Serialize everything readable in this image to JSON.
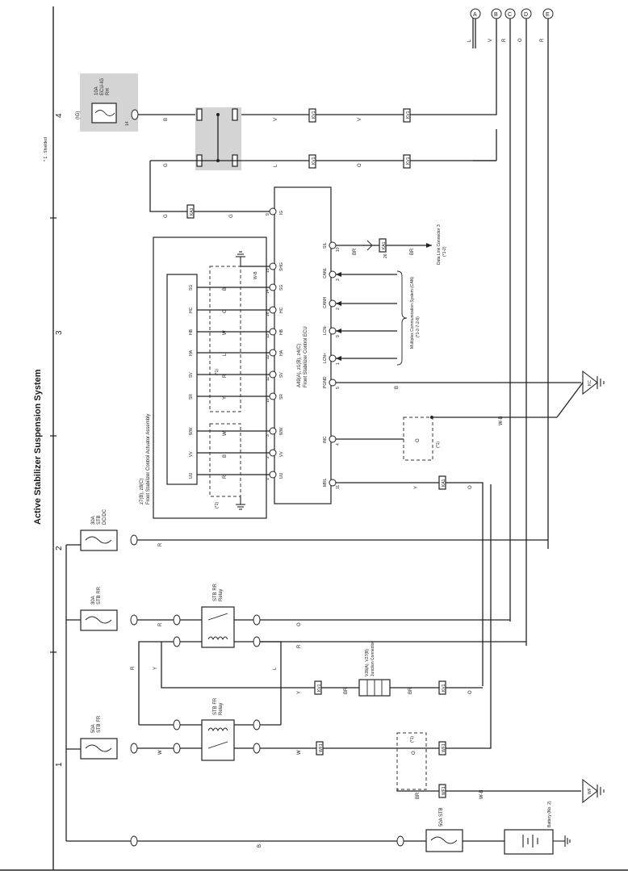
{
  "title": "Active Stabilizer Suspension System",
  "footnote": "* 1 : Shielded",
  "column_numbers": [
    "1",
    "2",
    "3",
    "4"
  ],
  "offpage_refs": [
    {
      "label": "A",
      "wire": "L"
    },
    {
      "label": "B",
      "wire": "V"
    },
    {
      "label": "C",
      "wire": "R"
    },
    {
      "label": "D",
      "wire": "O"
    },
    {
      "label": "E",
      "wire": "R"
    }
  ],
  "fuses": {
    "igct": {
      "rating": "10A",
      "name": "ECU-IG",
      "sub": "RH",
      "source": "(IG)",
      "pin": "14"
    },
    "stb_dcdc": {
      "rating": "30A",
      "name": "STB",
      "sub": "DC/DC"
    },
    "stb_rr": {
      "rating": "30A",
      "name": "STB RR"
    },
    "stb_fr": {
      "rating": "50A",
      "name": "STB FR"
    },
    "stb_main": {
      "rating": "50A STB"
    }
  },
  "relays": {
    "rr": {
      "name": "STB RR",
      "sub": "Relay"
    },
    "fr": {
      "name": "STB FR",
      "sub": "Relay"
    }
  },
  "battery": {
    "label": "Battery (No. 2)"
  },
  "ecu": {
    "code": "A49(A), z1(B), z4(C)",
    "name": "Front Stabilizer Control ECU",
    "left_pins": [
      {
        "num": "15",
        "name": "SHG"
      },
      {
        "num": "14",
        "name": "SG"
      },
      {
        "num": "16",
        "name": "HC"
      },
      {
        "num": "13",
        "name": "HB"
      },
      {
        "num": "12",
        "name": "HA"
      },
      {
        "num": "11",
        "name": "SV"
      },
      {
        "num": "10",
        "name": "SR"
      },
      {
        "num": "3",
        "name": "WW"
      },
      {
        "num": "2",
        "name": "VV"
      },
      {
        "num": "1",
        "name": "UU"
      }
    ],
    "right_pins": [
      {
        "num": "10",
        "name": "SIL"
      },
      {
        "num": "3",
        "name": "CANL"
      },
      {
        "num": "2",
        "name": "CANH"
      },
      {
        "num": "9",
        "name": "LCN-"
      },
      {
        "num": "1",
        "name": "LCN+"
      },
      {
        "num": "5",
        "name": "PGND"
      },
      {
        "num": "4",
        "name": "INC"
      },
      {
        "num": "11",
        "name": "MRL"
      }
    ],
    "ig_pin": {
      "num": "9",
      "name": "IG"
    }
  },
  "actuator": {
    "code": "z7(B), z8(C)",
    "name": "Front Stabilizer Control Actuator Assembly",
    "pins": [
      "SG",
      "HC",
      "HB",
      "HA",
      "SV",
      "SR",
      "WW",
      "VV",
      "UU"
    ],
    "wire_colors_top": [
      "B",
      "G",
      "W",
      "L",
      "R",
      "Y"
    ],
    "wire_colors_bottom": [
      "W",
      "B",
      "R"
    ],
    "shield_label": "W-B",
    "shield_note": "(*1)"
  },
  "junction": {
    "code": "V28(A), V27(B)",
    "name": "Junction Connector"
  },
  "data_link": {
    "name": "Data Link Connector 3",
    "page": "(*1-2)",
    "wire": "BR",
    "conn": "KA1",
    "pin": "26"
  },
  "multiplex": {
    "name": "Multiplex Communication System (CAN)",
    "page": "(*1-2-7-2-8)"
  },
  "wires": {
    "B": "B",
    "V": "V",
    "G": "G",
    "L": "L",
    "O": "O",
    "R": "R",
    "Y": "Y",
    "W": "W",
    "BR": "BR",
    "WB": "W-B"
  },
  "grounds": [
    {
      "code": "KC"
    },
    {
      "code": "WF"
    }
  ],
  "connectors": {
    "top1": "KV1",
    "top2": "KV1",
    "top3": "KV1",
    "top4": "KV1",
    "ig": "KA3",
    "mrl": "KA1",
    "junc1": "KV1",
    "junc2": "KV1",
    "low1": "WF1",
    "low2": "WF1",
    "low3": "WF1"
  },
  "shield_marks": [
    "(*1)",
    "(*1)"
  ]
}
